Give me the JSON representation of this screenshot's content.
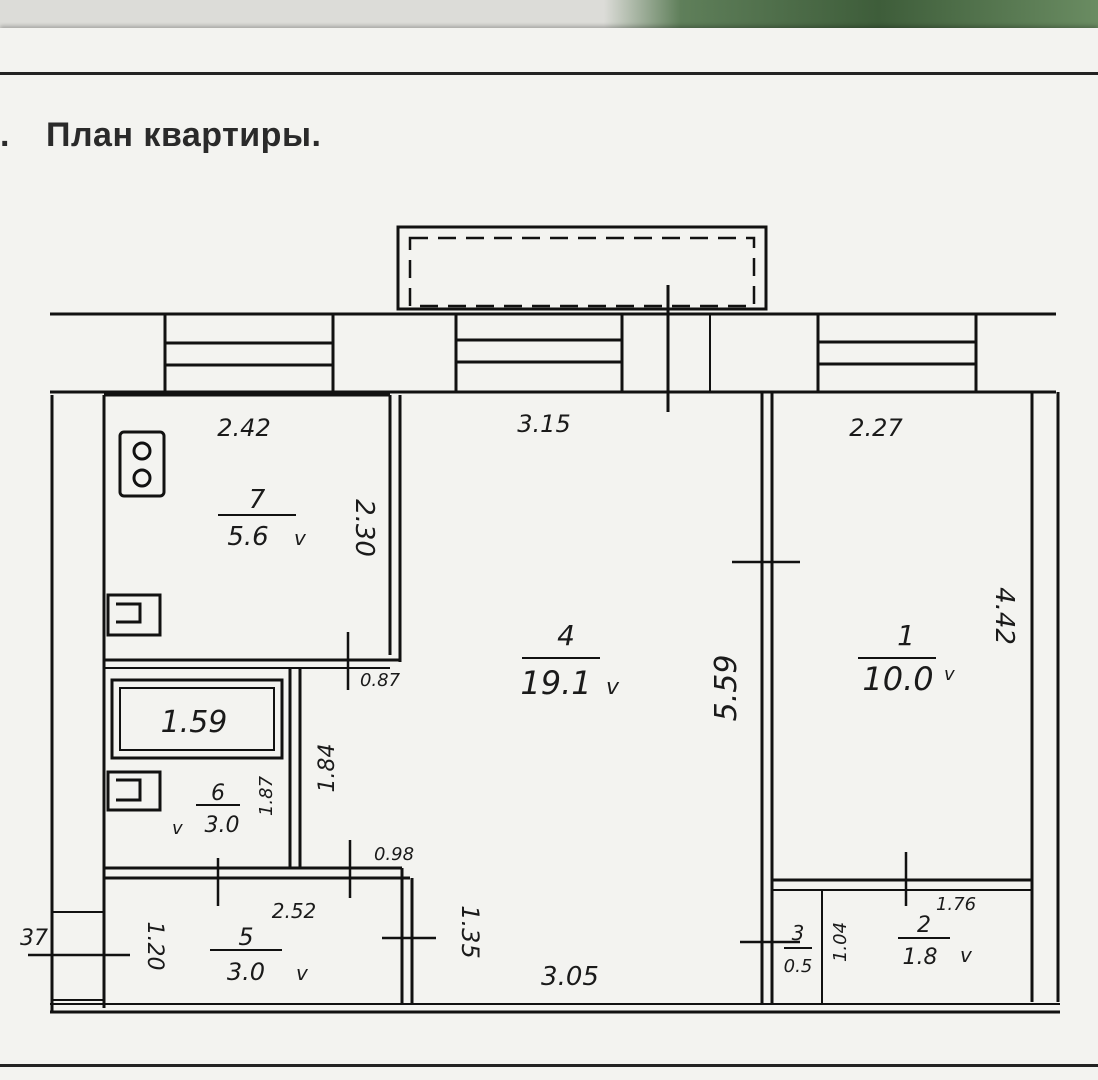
{
  "page": {
    "heading_number": ".",
    "heading": "План квартиры."
  },
  "rooms": {
    "r7": {
      "number": "7",
      "area": "5.6",
      "mark": "v"
    },
    "r4": {
      "number": "4",
      "area": "19.1",
      "mark": "v"
    },
    "r1": {
      "number": "1",
      "area": "10.0",
      "mark": "v"
    },
    "r6": {
      "number": "6",
      "area": "3.0",
      "mark": "v"
    },
    "r5": {
      "number": "5",
      "area": "3.0",
      "mark": "v"
    },
    "r3": {
      "number": "3",
      "area": "0.5"
    },
    "r2": {
      "number": "2",
      "area": "1.8",
      "mark": "v"
    }
  },
  "dimensions": {
    "d1": "2.42",
    "d2": "3.15",
    "d3": "2.27",
    "d4": "2.30",
    "d5": "5.59",
    "d6": "4.42",
    "d7": "0.87",
    "d8": "1.84",
    "d9": "1.59",
    "d10": "1.87",
    "d11": "0.98",
    "d12": "2.52",
    "d13": "1.35",
    "d14": "1.20",
    "d15": "3.05",
    "d16": "1.76",
    "d17": "1.04",
    "d18": "37"
  }
}
